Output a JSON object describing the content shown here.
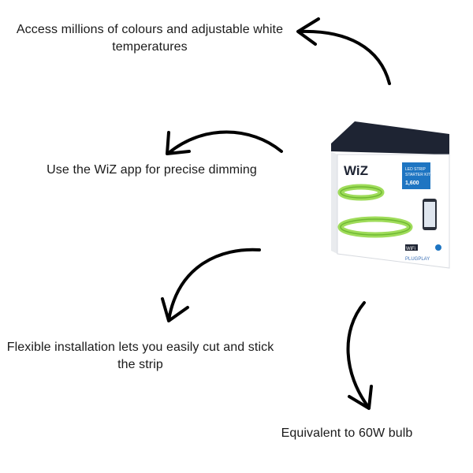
{
  "captions": {
    "colours": "Access millions of colours and adjustable white temperatures",
    "app": "Use the WiZ app for precise dimming",
    "install": "Flexible installation lets you easily cut and stick the strip",
    "bulb": "Equivalent to 60W bulb"
  },
  "product": {
    "brand": "WiZ",
    "badge_line1": "LED STRIP",
    "badge_line2": "STARTER KIT",
    "badge_lumen": "1,600",
    "sub_brand": "PLUGPLAY",
    "connectivity": "WiFi"
  },
  "colors": {
    "box_top": "#1e2433",
    "box_face": "#ffffff",
    "strip": "#9fdc5a",
    "badge": "#1e75c2",
    "arrow": "#000000"
  }
}
